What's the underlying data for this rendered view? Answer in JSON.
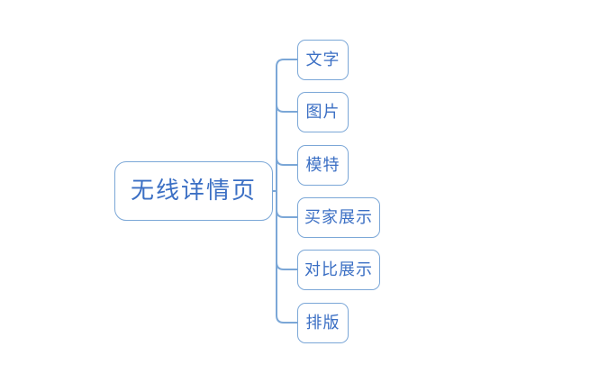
{
  "diagram": {
    "type": "mind-map",
    "background_color": "#ffffff",
    "node_border_color": "#7ba7d7",
    "node_text_color": "#3b6fc4",
    "connector_color": "#7ba7d7",
    "root": {
      "label": "无线详情页"
    },
    "children": [
      {
        "label": "文字"
      },
      {
        "label": "图片"
      },
      {
        "label": "模特"
      },
      {
        "label": "买家展示"
      },
      {
        "label": "对比展示"
      },
      {
        "label": "排版"
      }
    ]
  }
}
